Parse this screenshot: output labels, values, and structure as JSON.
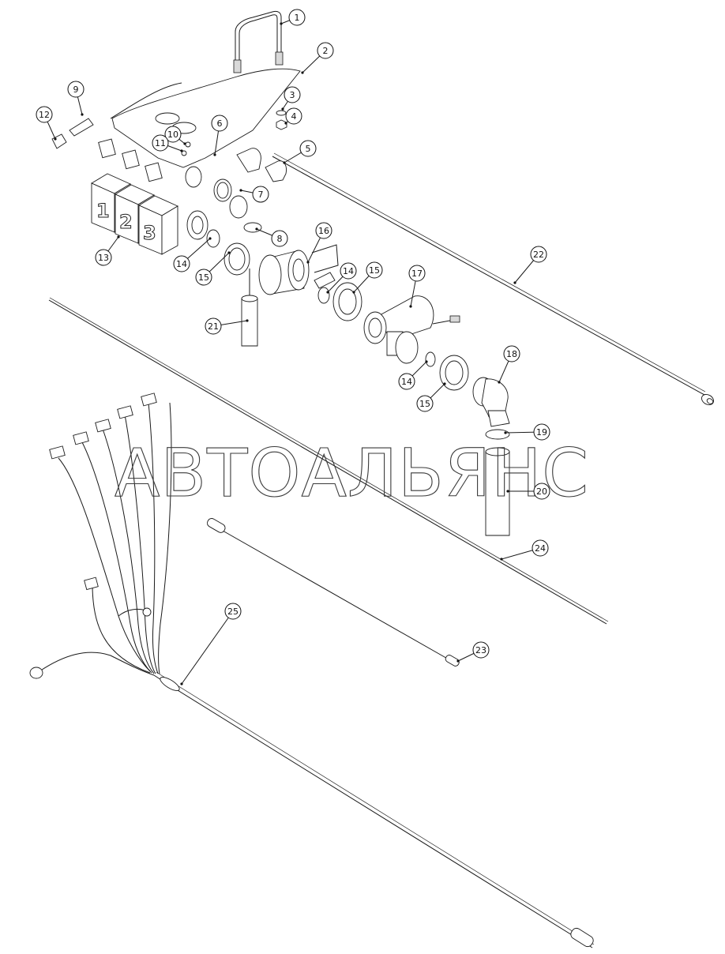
{
  "watermark": "АВТОАЛЬЯНС",
  "callouts": [
    {
      "label": "1"
    },
    {
      "label": "2"
    },
    {
      "label": "3"
    },
    {
      "label": "4"
    },
    {
      "label": "5"
    },
    {
      "label": "6"
    },
    {
      "label": "7"
    },
    {
      "label": "8"
    },
    {
      "label": "9"
    },
    {
      "label": "10"
    },
    {
      "label": "11"
    },
    {
      "label": "12"
    },
    {
      "label": "13"
    },
    {
      "label": "14"
    },
    {
      "label": "15"
    },
    {
      "label": "16"
    },
    {
      "label": "14"
    },
    {
      "label": "15"
    },
    {
      "label": "17"
    },
    {
      "label": "14"
    },
    {
      "label": "15"
    },
    {
      "label": "18"
    },
    {
      "label": "19"
    },
    {
      "label": "20"
    },
    {
      "label": "21"
    },
    {
      "label": "22"
    },
    {
      "label": "23"
    },
    {
      "label": "24"
    },
    {
      "label": "25"
    }
  ],
  "box_labels": [
    "1",
    "2",
    "3"
  ]
}
